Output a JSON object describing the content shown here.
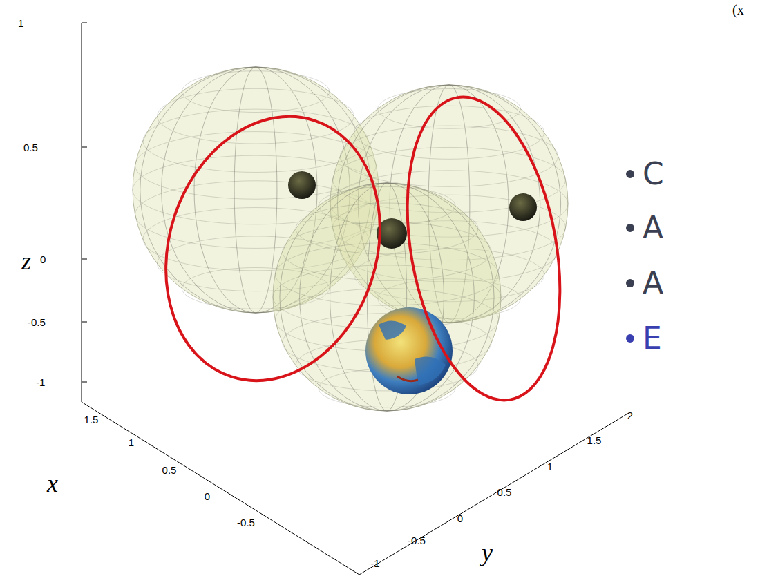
{
  "diagram": {
    "labels": [
      "1",
      "0.5",
      "0",
      "-0.5",
      "-1",
      "z",
      "1.5",
      "1",
      "0.5",
      "0",
      "-0.5",
      "x",
      "-1",
      "-0.5",
      "0",
      "0.5",
      "1",
      "1.5",
      "2",
      "y",
      "(x −",
      "C",
      "A",
      "A",
      "E"
    ]
  }
}
